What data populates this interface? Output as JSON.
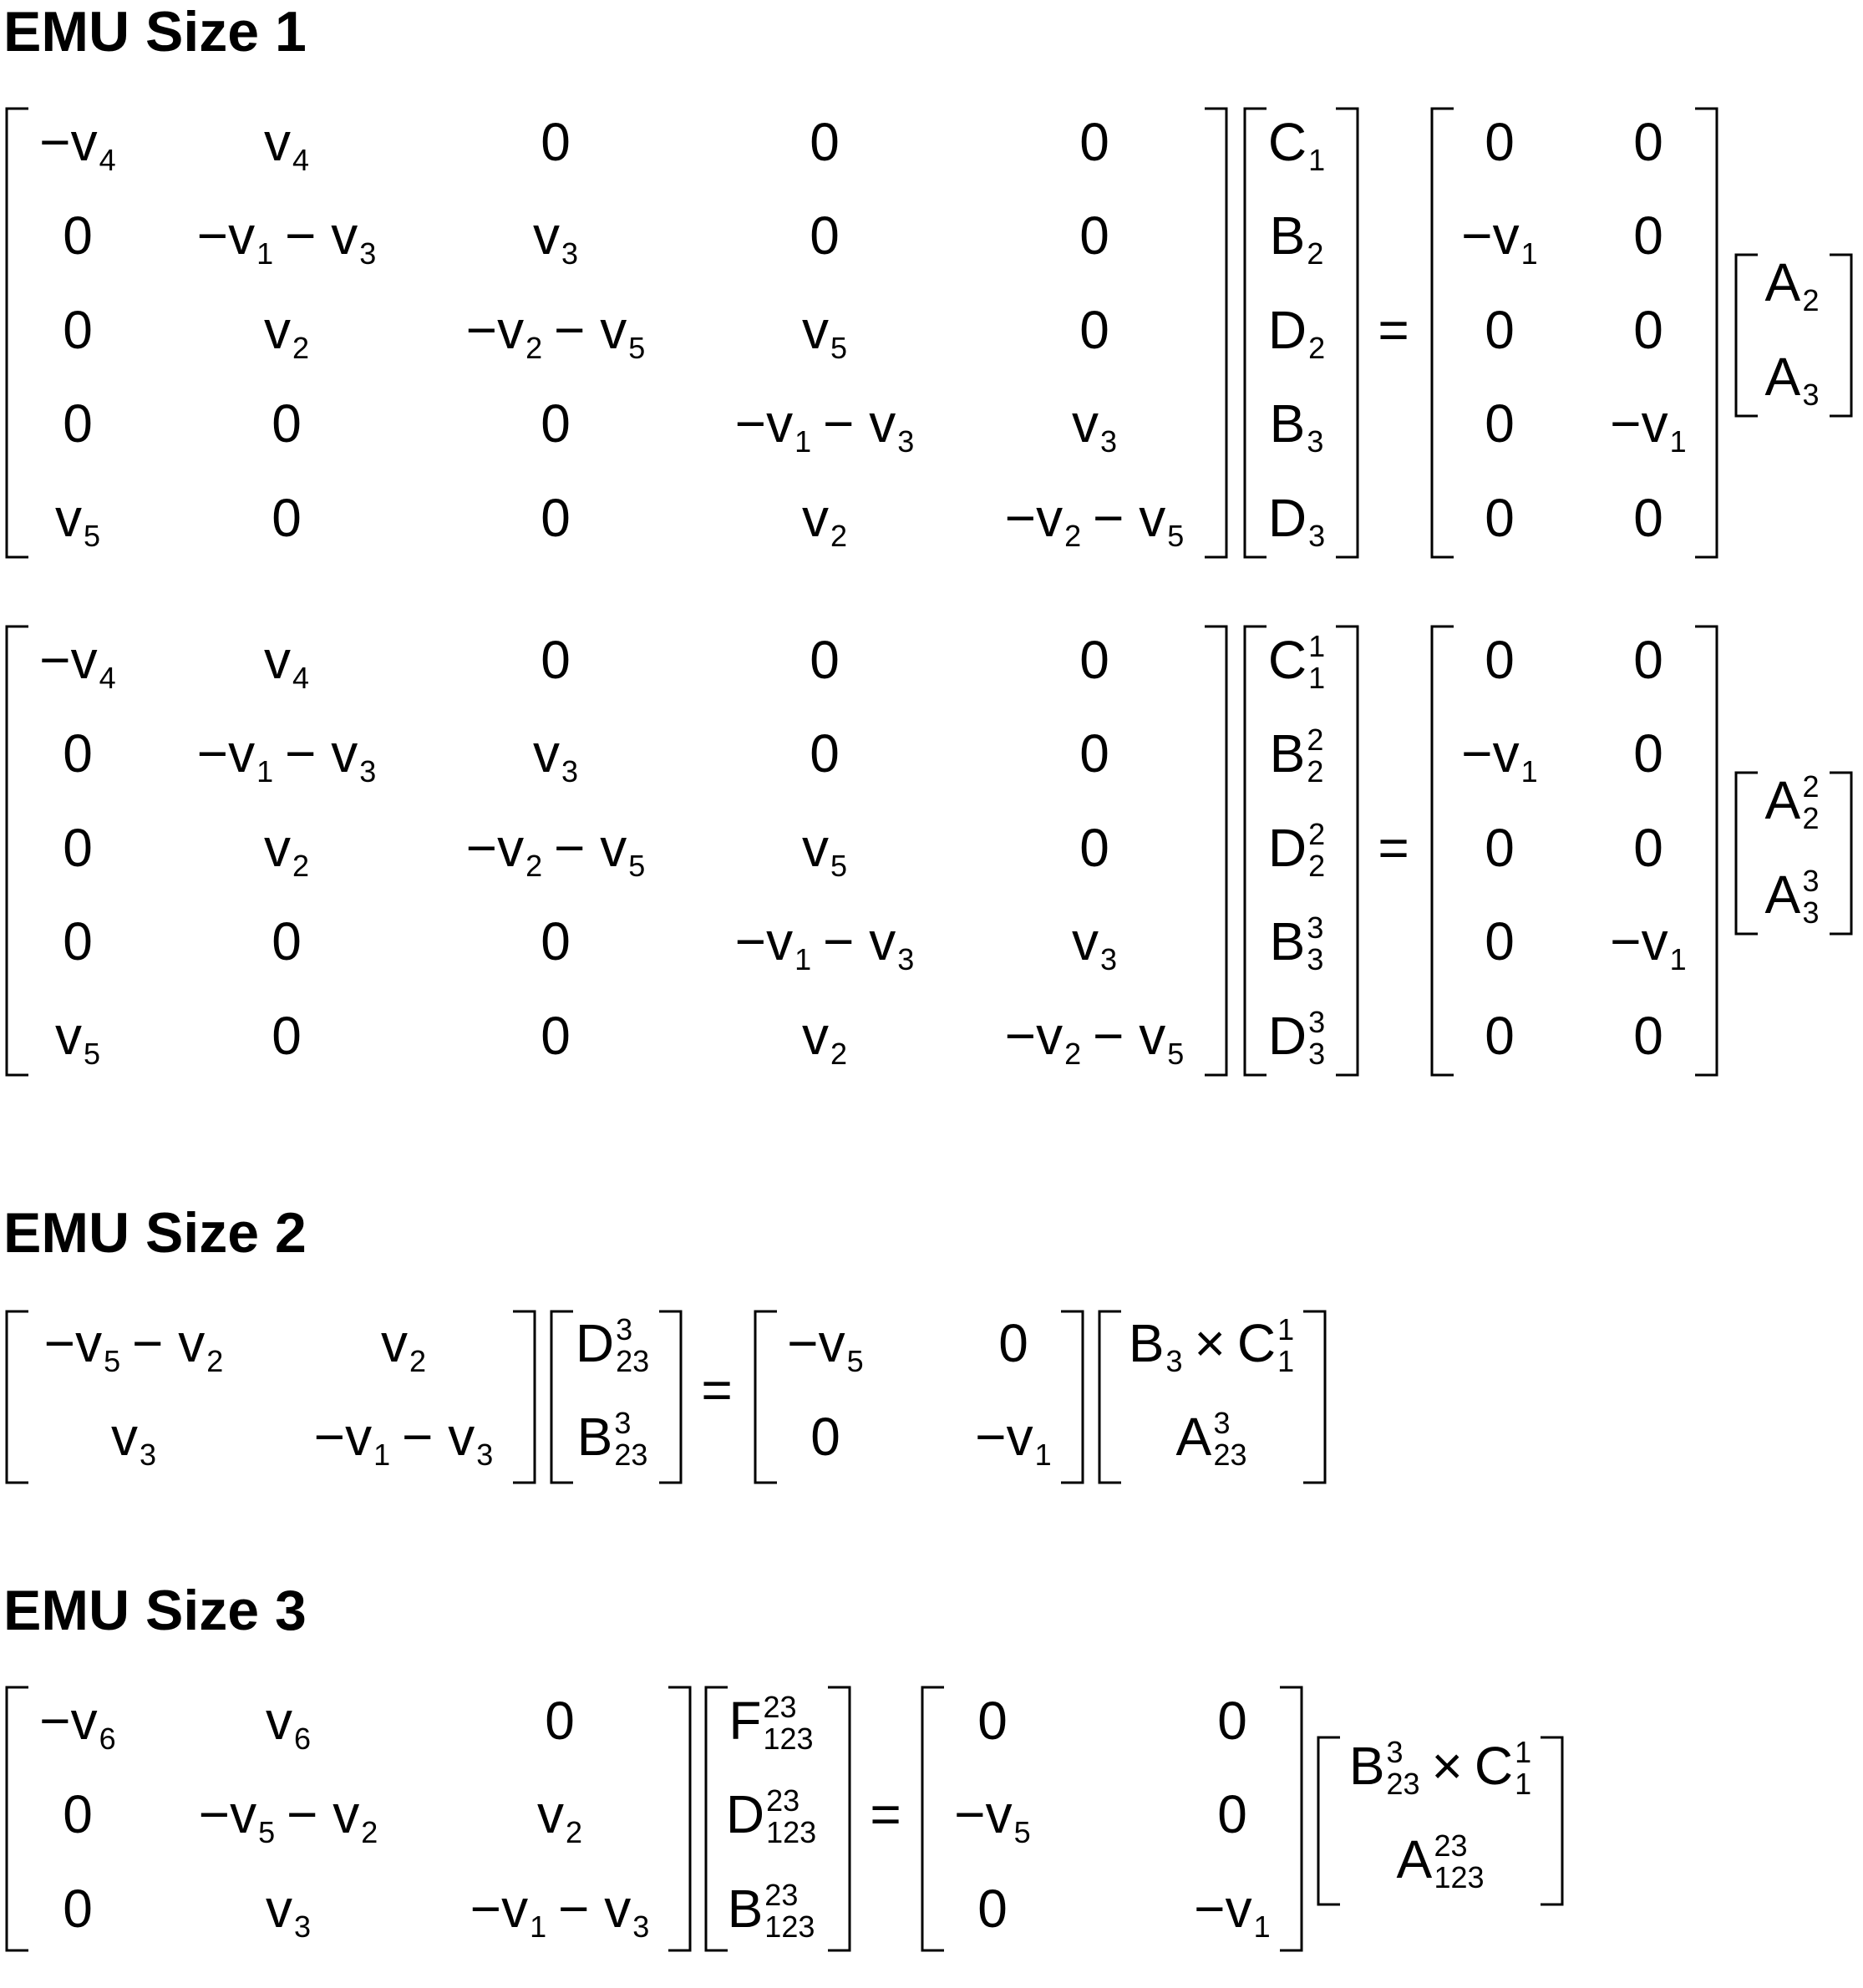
{
  "sections": [
    {
      "title": "EMU Size 1",
      "equations": [
        {
          "lhs": [
            [
              [
                [
                  "−v",
                  "4"
                ]
              ],
              [
                [
                  "v",
                  "4"
                ]
              ],
              [
                [
                  "0"
                ]
              ],
              [
                [
                  "0"
                ]
              ],
              [
                [
                  "0"
                ]
              ]
            ],
            [
              [
                [
                  "0"
                ]
              ],
              [
                [
                  "−v",
                  "1"
                ],
                [
                  "− v",
                  "3"
                ]
              ],
              [
                [
                  "v",
                  "3"
                ]
              ],
              [
                [
                  "0"
                ]
              ],
              [
                [
                  "0"
                ]
              ]
            ],
            [
              [
                [
                  "0"
                ]
              ],
              [
                [
                  "v",
                  "2"
                ]
              ],
              [
                [
                  "−v",
                  "2"
                ],
                [
                  "− v",
                  "5"
                ]
              ],
              [
                [
                  "v",
                  "5"
                ]
              ],
              [
                [
                  "0"
                ]
              ]
            ],
            [
              [
                [
                  "0"
                ]
              ],
              [
                [
                  "0"
                ]
              ],
              [
                [
                  "0"
                ]
              ],
              [
                [
                  "−v",
                  "1"
                ],
                [
                  "− v",
                  "3"
                ]
              ],
              [
                [
                  "v",
                  "3"
                ]
              ]
            ],
            [
              [
                [
                  "v",
                  "5"
                ]
              ],
              [
                [
                  "0"
                ]
              ],
              [
                [
                  "0"
                ]
              ],
              [
                [
                  "v",
                  "2"
                ]
              ],
              [
                [
                  "−v",
                  "2"
                ],
                [
                  "− v",
                  "5"
                ]
              ]
            ]
          ],
          "vec": [
            [
              [
                [
                  "C",
                  "1"
                ]
              ]
            ],
            [
              [
                [
                  "B",
                  "2"
                ]
              ]
            ],
            [
              [
                [
                  "D",
                  "2"
                ]
              ]
            ],
            [
              [
                [
                  "B",
                  "3"
                ]
              ]
            ],
            [
              [
                [
                  "D",
                  "3"
                ]
              ]
            ]
          ],
          "rhs": [
            [
              [
                [
                  "0"
                ]
              ],
              [
                [
                  "0"
                ]
              ]
            ],
            [
              [
                [
                  "−v",
                  "1"
                ]
              ],
              [
                [
                  "0"
                ]
              ]
            ],
            [
              [
                [
                  "0"
                ]
              ],
              [
                [
                  "0"
                ]
              ]
            ],
            [
              [
                [
                  "0"
                ]
              ],
              [
                [
                  "−v",
                  "1"
                ]
              ]
            ],
            [
              [
                [
                  "0"
                ]
              ],
              [
                [
                  "0"
                ]
              ]
            ]
          ],
          "vec2": [
            [
              [
                [
                  "A",
                  "2"
                ]
              ]
            ],
            [
              [
                [
                  "A",
                  "3"
                ]
              ]
            ]
          ]
        },
        {
          "lhs": [
            [
              [
                [
                  "−v",
                  "4"
                ]
              ],
              [
                [
                  "v",
                  "4"
                ]
              ],
              [
                [
                  "0"
                ]
              ],
              [
                [
                  "0"
                ]
              ],
              [
                [
                  "0"
                ]
              ]
            ],
            [
              [
                [
                  "0"
                ]
              ],
              [
                [
                  "−v",
                  "1"
                ],
                [
                  "− v",
                  "3"
                ]
              ],
              [
                [
                  "v",
                  "3"
                ]
              ],
              [
                [
                  "0"
                ]
              ],
              [
                [
                  "0"
                ]
              ]
            ],
            [
              [
                [
                  "0"
                ]
              ],
              [
                [
                  "v",
                  "2"
                ]
              ],
              [
                [
                  "−v",
                  "2"
                ],
                [
                  "− v",
                  "5"
                ]
              ],
              [
                [
                  "v",
                  "5"
                ]
              ],
              [
                [
                  "0"
                ]
              ]
            ],
            [
              [
                [
                  "0"
                ]
              ],
              [
                [
                  "0"
                ]
              ],
              [
                [
                  "0"
                ]
              ],
              [
                [
                  "−v",
                  "1"
                ],
                [
                  "− v",
                  "3"
                ]
              ],
              [
                [
                  "v",
                  "3"
                ]
              ]
            ],
            [
              [
                [
                  "v",
                  "5"
                ]
              ],
              [
                [
                  "0"
                ]
              ],
              [
                [
                  "0"
                ]
              ],
              [
                [
                  "v",
                  "2"
                ]
              ],
              [
                [
                  "−v",
                  "2"
                ],
                [
                  "− v",
                  "5"
                ]
              ]
            ]
          ],
          "vec": [
            [
              [
                [
                  "C",
                  "1",
                  "1"
                ]
              ]
            ],
            [
              [
                [
                  "B",
                  "2",
                  "2"
                ]
              ]
            ],
            [
              [
                [
                  "D",
                  "2",
                  "2"
                ]
              ]
            ],
            [
              [
                [
                  "B",
                  "3",
                  "3"
                ]
              ]
            ],
            [
              [
                [
                  "D",
                  "3",
                  "3"
                ]
              ]
            ]
          ],
          "rhs": [
            [
              [
                [
                  "0"
                ]
              ],
              [
                [
                  "0"
                ]
              ]
            ],
            [
              [
                [
                  "−v",
                  "1"
                ]
              ],
              [
                [
                  "0"
                ]
              ]
            ],
            [
              [
                [
                  "0"
                ]
              ],
              [
                [
                  "0"
                ]
              ]
            ],
            [
              [
                [
                  "0"
                ]
              ],
              [
                [
                  "−v",
                  "1"
                ]
              ]
            ],
            [
              [
                [
                  "0"
                ]
              ],
              [
                [
                  "0"
                ]
              ]
            ]
          ],
          "vec2": [
            [
              [
                [
                  "A",
                  "2",
                  "2"
                ]
              ]
            ],
            [
              [
                [
                  "A",
                  "3",
                  "3"
                ]
              ]
            ]
          ]
        }
      ]
    },
    {
      "title": "EMU Size 2",
      "equations": [
        {
          "lhs": [
            [
              [
                [
                  "−v",
                  "5"
                ],
                [
                  "− v",
                  "2"
                ]
              ],
              [
                [
                  "v",
                  "2"
                ]
              ]
            ],
            [
              [
                [
                  "v",
                  "3"
                ]
              ],
              [
                [
                  "−v",
                  "1"
                ],
                [
                  "− v",
                  "3"
                ]
              ]
            ]
          ],
          "vec": [
            [
              [
                [
                  "D",
                  "23",
                  "3"
                ]
              ]
            ],
            [
              [
                [
                  "B",
                  "23",
                  "3"
                ]
              ]
            ]
          ],
          "rhs": [
            [
              [
                [
                  "−v",
                  "5"
                ]
              ],
              [
                [
                  "0"
                ]
              ]
            ],
            [
              [
                [
                  "0"
                ]
              ],
              [
                [
                  "−v",
                  "1"
                ]
              ]
            ]
          ],
          "vec2": [
            [
              [
                [
                  "B",
                  "3"
                ],
                [
                  "×"
                ],
                [
                  "C",
                  "1",
                  "1"
                ]
              ]
            ],
            [
              [
                [
                  "A",
                  "23",
                  "3"
                ]
              ]
            ]
          ]
        }
      ]
    },
    {
      "title": "EMU Size 3",
      "equations": [
        {
          "lhs": [
            [
              [
                [
                  "−v",
                  "6"
                ]
              ],
              [
                [
                  "v",
                  "6"
                ]
              ],
              [
                [
                  "0"
                ]
              ]
            ],
            [
              [
                [
                  "0"
                ]
              ],
              [
                [
                  "−v",
                  "5"
                ],
                [
                  "− v",
                  "2"
                ]
              ],
              [
                [
                  "v",
                  "2"
                ]
              ]
            ],
            [
              [
                [
                  "0"
                ]
              ],
              [
                [
                  "v",
                  "3"
                ]
              ],
              [
                [
                  "−v",
                  "1"
                ],
                [
                  "− v",
                  "3"
                ]
              ]
            ]
          ],
          "vec": [
            [
              [
                [
                  "F",
                  "123",
                  "23"
                ]
              ]
            ],
            [
              [
                [
                  "D",
                  "123",
                  "23"
                ]
              ]
            ],
            [
              [
                [
                  "B",
                  "123",
                  "23"
                ]
              ]
            ]
          ],
          "rhs": [
            [
              [
                [
                  "0"
                ]
              ],
              [
                [
                  "0"
                ]
              ]
            ],
            [
              [
                [
                  "−v",
                  "5"
                ]
              ],
              [
                [
                  "0"
                ]
              ]
            ],
            [
              [
                [
                  "0"
                ]
              ],
              [
                [
                  "−v",
                  "1"
                ]
              ]
            ]
          ],
          "vec2": [
            [
              [
                [
                  "B",
                  "23",
                  "3"
                ],
                [
                  "×"
                ],
                [
                  "C",
                  "1",
                  "1"
                ]
              ]
            ],
            [
              [
                [
                  "A",
                  "123",
                  "23"
                ]
              ]
            ]
          ]
        }
      ]
    }
  ],
  "equals_sign": "="
}
